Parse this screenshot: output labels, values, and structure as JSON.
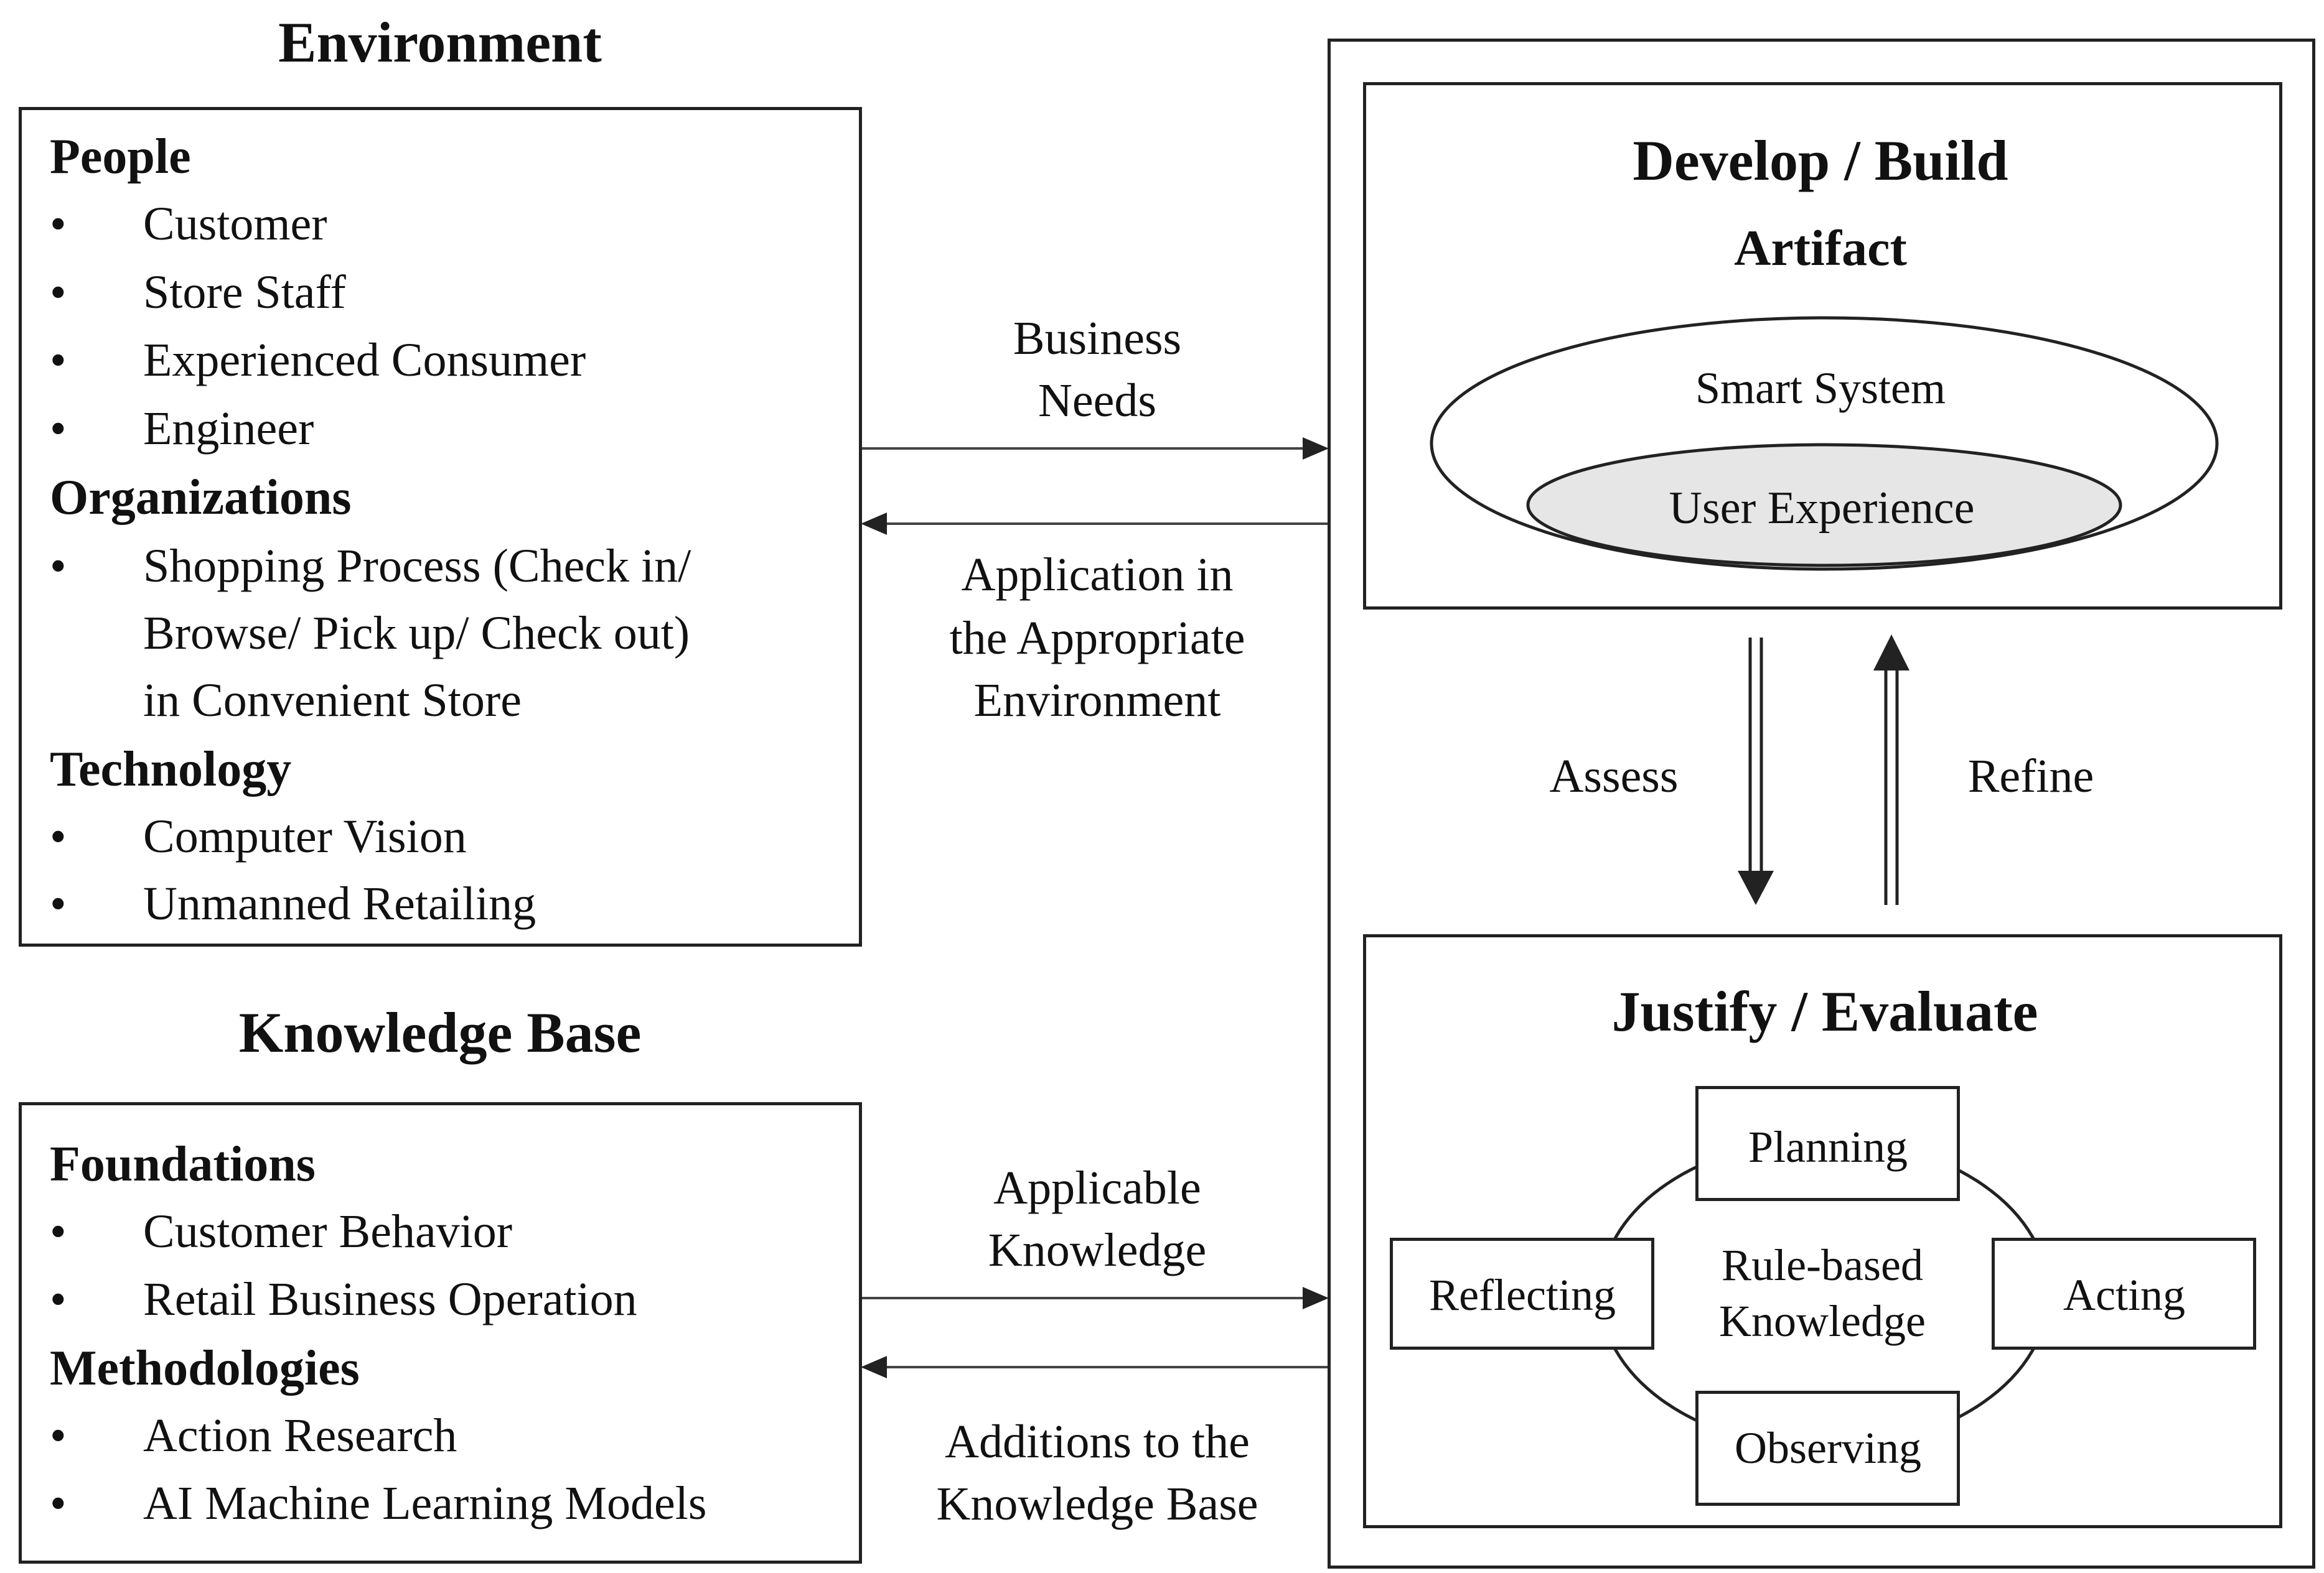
{
  "environment": {
    "title": "Environment",
    "people": {
      "heading": "People",
      "items": [
        "Customer",
        "Store Staff",
        "Experienced Consumer",
        "Engineer"
      ]
    },
    "organizations": {
      "heading": "Organizations",
      "lines": [
        "Shopping Process (Check in/",
        "Browse/ Pick up/ Check out)",
        "in Convenient Store"
      ]
    },
    "technology": {
      "heading": "Technology",
      "items": [
        "Computer Vision",
        "Unmanned Retailing"
      ]
    }
  },
  "knowledge_base": {
    "title": "Knowledge Base",
    "foundations": {
      "heading": "Foundations",
      "items": [
        "Customer Behavior",
        "Retail Business Operation"
      ]
    },
    "methodologies": {
      "heading": "Methodologies",
      "items": [
        "Action Research",
        "AI Machine Learning Models"
      ]
    }
  },
  "flows": {
    "business_needs": [
      "Business",
      "Needs"
    ],
    "application": [
      "Application in",
      "the Appropriate",
      "Environment"
    ],
    "applicable_knowledge": [
      "Applicable",
      "Knowledge"
    ],
    "additions": [
      "Additions to the",
      "Knowledge Base"
    ]
  },
  "develop": {
    "title": "Develop / Build",
    "subtitle": "Artifact",
    "outer_ellipse": "Smart System",
    "inner_ellipse": "User Experience"
  },
  "cycle_arrows": {
    "assess": "Assess",
    "refine": "Refine"
  },
  "justify": {
    "title": "Justify / Evaluate",
    "center": [
      "Rule-based",
      "Knowledge"
    ],
    "planning": "Planning",
    "acting": "Acting",
    "observing": "Observing",
    "reflecting": "Reflecting"
  },
  "colors": {
    "stroke": "#222222",
    "text": "#111111",
    "inner_ellipse_fill": "#e6e6e6"
  }
}
